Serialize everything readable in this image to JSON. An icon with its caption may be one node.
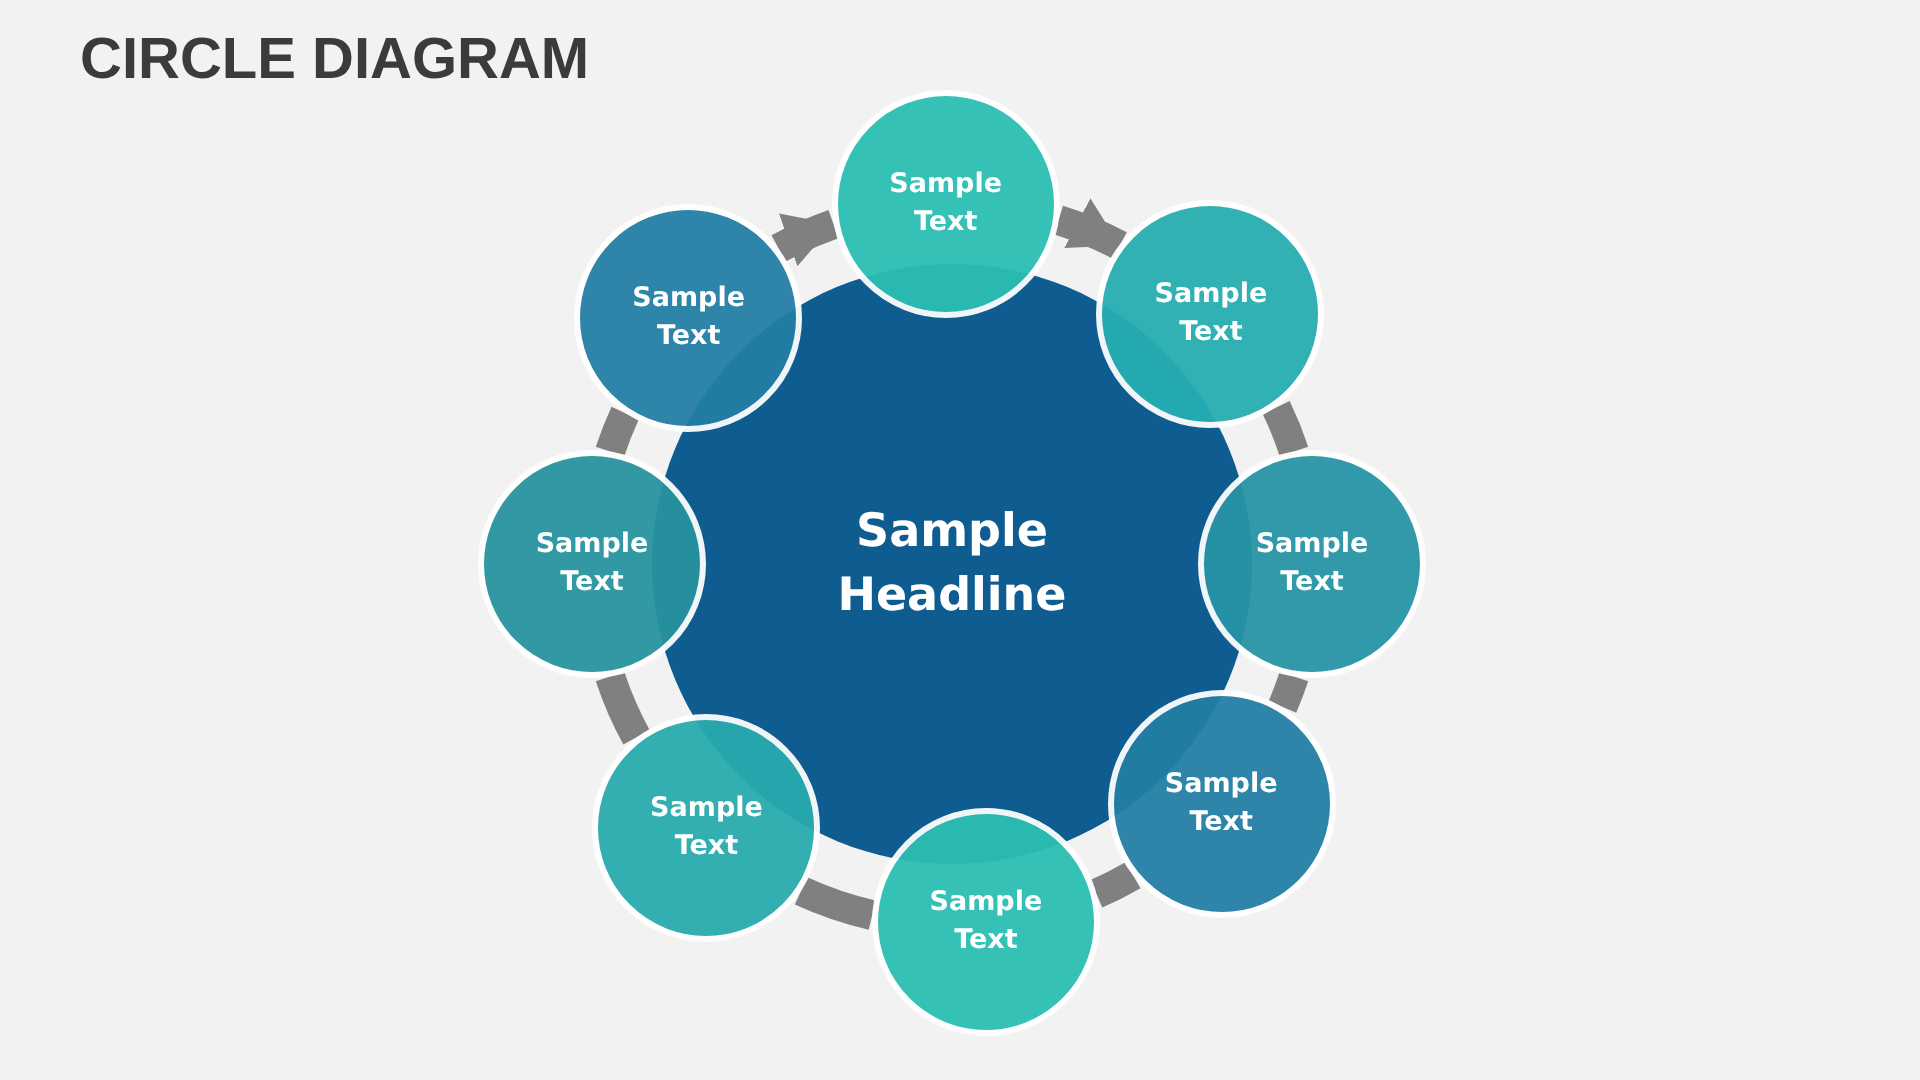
{
  "diagram": {
    "title": "CIRCLE DIAGRAM",
    "nodes": [
      {
        "text": [
          "Sample Text"
        ]
      },
      {
        "text": [
          "Sample Text"
        ]
      },
      {
        "text": [
          "Sample Text"
        ]
      },
      {
        "text": [
          "Sample Text"
        ]
      },
      {
        "text": [
          "Sample Headline"
        ]
      },
      {
        "text": [
          "Sample Text"
        ]
      },
      {
        "text": [
          "Sample Text"
        ]
      },
      {
        "text": [
          "Sample Text"
        ]
      },
      {
        "text": [
          "Sample Text"
        ]
      }
    ],
    "edges": [
      {
        "from": 1,
        "to": 0,
        "arrow": "to"
      },
      {
        "from": 0,
        "to": 2,
        "arrow": "to"
      },
      {
        "from": 2,
        "to": 5,
        "arrow": "none"
      },
      {
        "from": 5,
        "to": 7,
        "arrow": "none"
      },
      {
        "from": 7,
        "to": 8,
        "arrow": "none"
      },
      {
        "from": 8,
        "to": 6,
        "arrow": "none"
      },
      {
        "from": 6,
        "to": 3,
        "arrow": "none"
      },
      {
        "from": 3,
        "to": 1,
        "arrow": "none"
      }
    ]
  }
}
